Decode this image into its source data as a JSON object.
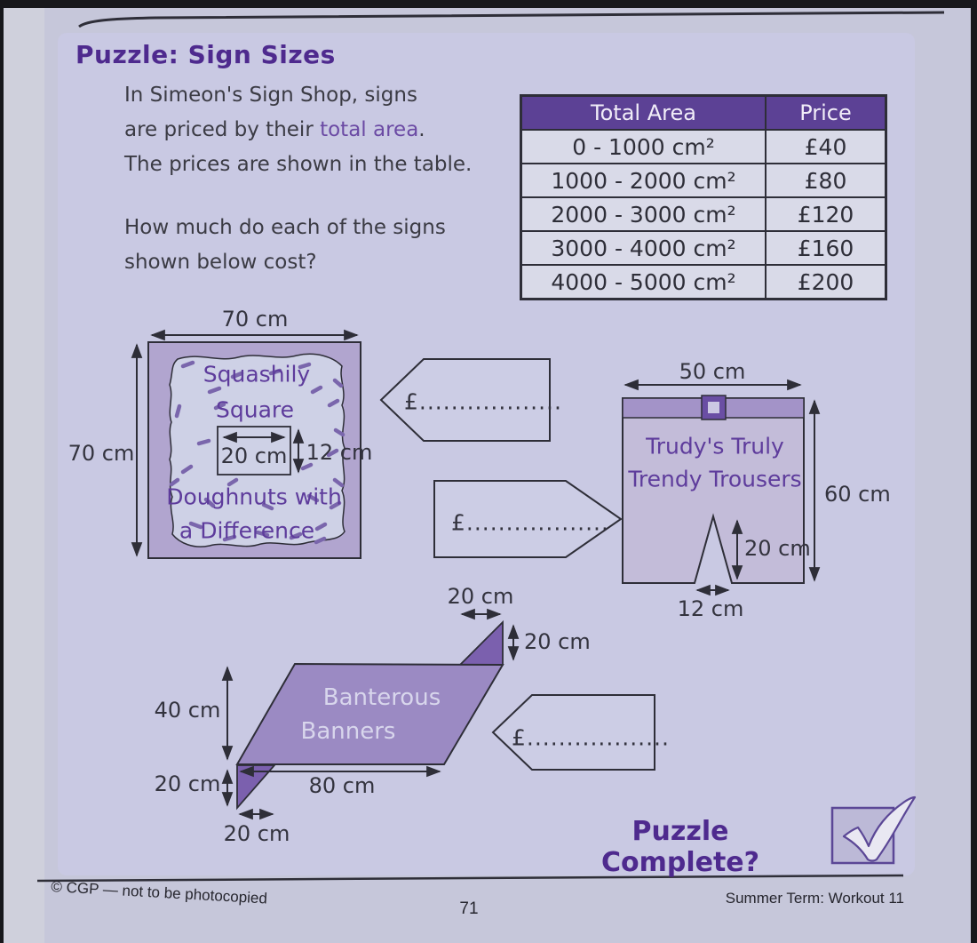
{
  "page": {
    "title": "Puzzle: Sign Sizes",
    "intro_line1": "In Simeon's Sign Shop, signs",
    "intro_line2_pre": "are priced by their ",
    "intro_line2_highlight": "total area",
    "intro_line2_post": ".",
    "intro_line3": "The prices are shown in the table.",
    "question_line1": "How much do each of the signs",
    "question_line2": "shown below cost?",
    "puzzle_complete": "Puzzle Complete?"
  },
  "price_table": {
    "headers": [
      "Total Area",
      "Price"
    ],
    "rows": [
      [
        "0 - 1000 cm²",
        "£40"
      ],
      [
        "1000 - 2000 cm²",
        "£80"
      ],
      [
        "2000 - 3000 cm²",
        "£120"
      ],
      [
        "3000 - 4000 cm²",
        "£160"
      ],
      [
        "4000 - 5000 cm²",
        "£200"
      ]
    ]
  },
  "signs": {
    "squashily": {
      "name_line1": "Squashily",
      "name_line2": "Square",
      "name_line3": "Doughnuts with",
      "name_line4": "a Difference",
      "dim_top": "70 cm",
      "dim_left": "70 cm",
      "dim_inner_width": "20 cm",
      "dim_inner_height": "12 cm"
    },
    "trousers": {
      "name_line1": "Trudy's Truly",
      "name_line2": "Trendy Trousers",
      "dim_top": "50 cm",
      "dim_right": "60 cm",
      "dim_notch_height": "20 cm",
      "dim_notch_width": "12 cm"
    },
    "banner": {
      "name_line1": "Banterous",
      "name_line2": "Banners",
      "dim_fold_top_width": "20 cm",
      "dim_fold_top_height": "20 cm",
      "dim_left_height": "40 cm",
      "dim_fold_bottom_height": "20 cm",
      "dim_base_width": "80 cm",
      "dim_fold_bottom_width": "20 cm"
    }
  },
  "answers": {
    "price_1": "£..................",
    "price_2": "£..................",
    "price_3": "£.................."
  },
  "footer": {
    "left": "© CGP — not to be photocopied",
    "page_number": "71",
    "right": "Summer Term: Workout 11"
  },
  "colors": {
    "heading_purple": "#4e2a8e",
    "sign_text_purple": "#5e3c9c",
    "table_header_bg": "#5c4195",
    "table_row_bg": "#d9dae8",
    "panel_bg": "#c9c9e3",
    "page_bg": "#c6c7da",
    "sign_board_purple": "#b1a5cf",
    "blob_light": "#ced1e6",
    "sprinkle_purple": "#7a66ac",
    "trousers_body": "#c3bcd9",
    "belt_purple": "#a393c8",
    "buckle_purple": "#6a4ea4",
    "parallelogram_purple": "#9b8ac3",
    "fold_purple": "#7b60ae",
    "ink_dark": "#2e2e38"
  }
}
